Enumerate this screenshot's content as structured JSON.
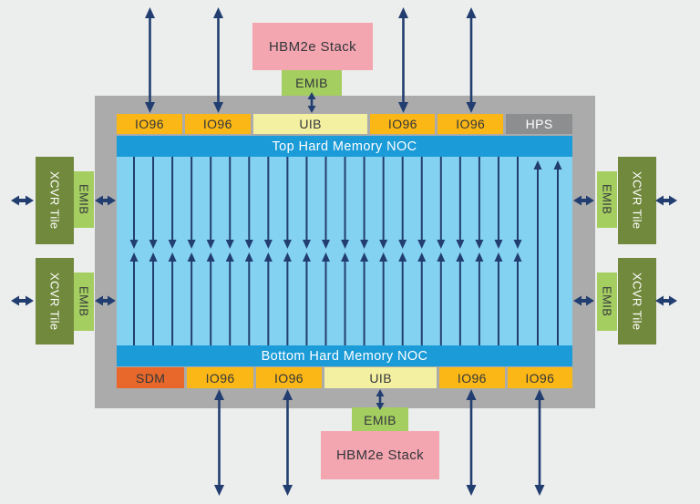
{
  "colors": {
    "background": "#ECEDED",
    "chip_border": "#ABABAB",
    "fabric": "#84D2F1",
    "noc": "#1B9BD7",
    "io96": "#FBB715",
    "uib": "#F4F0A1",
    "hps": "#8D8E8F",
    "sdm": "#E7682A",
    "hbm": "#F4A6B0",
    "emib": "#A5CE61",
    "xcvr": "#71893C",
    "arrow": "#223E70",
    "label_dark": "#33363B",
    "label_light": "#FFFFFF"
  },
  "top_module": {
    "hbm": "HBM2e Stack",
    "emib": "EMIB"
  },
  "bottom_module": {
    "hbm": "HBM2e Stack",
    "emib": "EMIB"
  },
  "chip": {
    "top_row": [
      {
        "label": "IO96",
        "type": "io96"
      },
      {
        "label": "IO96",
        "type": "io96"
      },
      {
        "label": "UIB",
        "type": "uib"
      },
      {
        "label": "IO96",
        "type": "io96"
      },
      {
        "label": "IO96",
        "type": "io96"
      },
      {
        "label": "HPS",
        "type": "hps"
      }
    ],
    "top_noc": "Top Hard Memory NOC",
    "bottom_noc": "Bottom Hard Memory NOC",
    "bottom_row": [
      {
        "label": "SDM",
        "type": "sdm"
      },
      {
        "label": "IO96",
        "type": "io96"
      },
      {
        "label": "IO96",
        "type": "io96"
      },
      {
        "label": "UIB",
        "type": "uib"
      },
      {
        "label": "IO96",
        "type": "io96"
      },
      {
        "label": "IO96",
        "type": "io96"
      }
    ]
  },
  "left_tiles": [
    {
      "xcvr": "XCVR Tile",
      "emib": "EMIB"
    },
    {
      "xcvr": "XCVR Tile",
      "emib": "EMIB"
    }
  ],
  "right_tiles": [
    {
      "xcvr": "XCVR Tile",
      "emib": "EMIB"
    },
    {
      "xcvr": "XCVR Tile",
      "emib": "EMIB"
    }
  ]
}
